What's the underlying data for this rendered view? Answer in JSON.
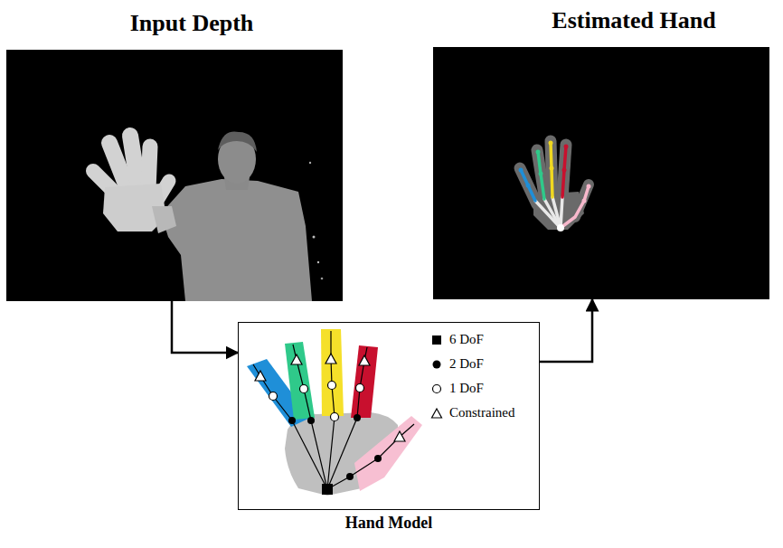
{
  "diagram": {
    "nodes": [
      {
        "text": [
          "Input Depth"
        ]
      },
      {
        "text": [
          "Hand Model"
        ]
      },
      {
        "text": [
          "Estimated Hand"
        ]
      }
    ],
    "edges": [
      {
        "from": 0,
        "to": 1,
        "arrow": "to"
      },
      {
        "from": 1,
        "to": 2,
        "arrow": "to"
      }
    ],
    "legend": [
      {
        "text": "6 DoF"
      },
      {
        "text": "2 DoF"
      },
      {
        "text": "1 DoF"
      },
      {
        "text": "Constrained"
      }
    ]
  }
}
